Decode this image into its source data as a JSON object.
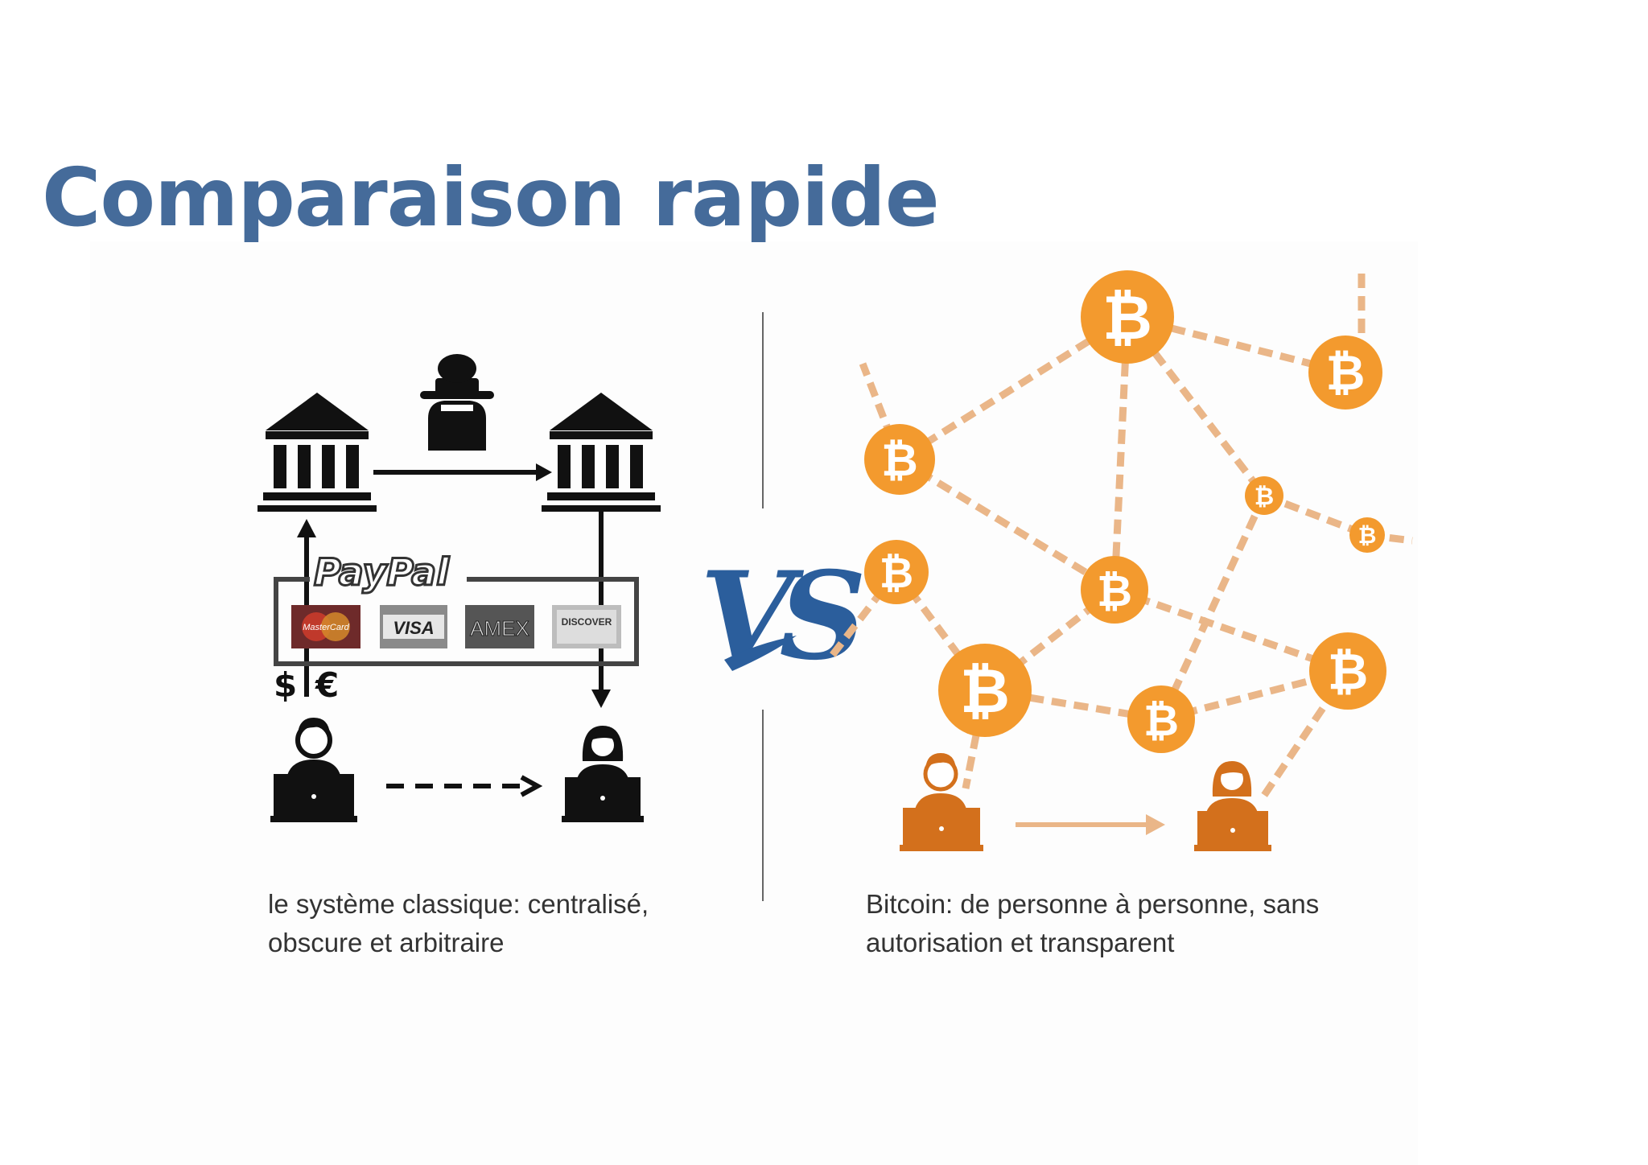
{
  "slide": {
    "title": "Comparaison rapide"
  },
  "classic": {
    "caption_line1": "le système classique: centralisé,",
    "caption_line2": "obscure et arbitraire",
    "processor_brand": "PayPal",
    "cards": [
      "MasterCard",
      "VISA",
      "AMEX",
      "DISCOVER"
    ],
    "currency_dollar": "$",
    "currency_euro": "€"
  },
  "vs_label": "VS",
  "bitcoin": {
    "caption_line1": "Bitcoin: de personne à personne, sans",
    "caption_line2": "autorisation et transparent",
    "node_symbol": "₿"
  },
  "colors": {
    "title": "#456b9a",
    "bitcoin_orange": "#f39a2e",
    "link_dashes": "#eab688",
    "user_orange": "#d3701c",
    "vs_blue": "#2b5e9c"
  }
}
